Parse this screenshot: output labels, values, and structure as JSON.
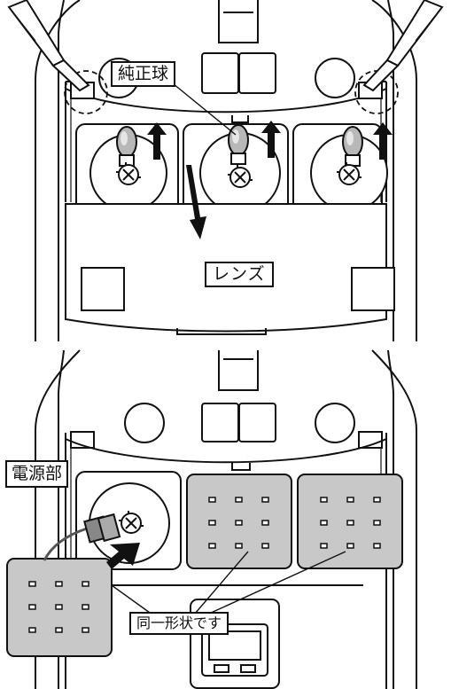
{
  "labels": {
    "genuine_bulb": "純正球",
    "lens": "レンズ",
    "power_unit": "電源部",
    "same_shape": "同一形状です"
  },
  "colors": {
    "line": "#111111",
    "led_module_fill": "#c8c8c8",
    "background": "#ffffff"
  },
  "icons": [
    "screwdriver-icon",
    "arrow-up-icon",
    "arrow-down-icon",
    "arrow-insert-icon",
    "bulb-icon",
    "led-module-icon",
    "connector-icon"
  ]
}
